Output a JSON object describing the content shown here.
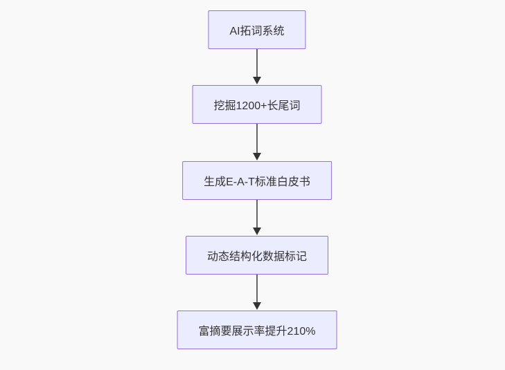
{
  "diagram": {
    "type": "flowchart-top-down",
    "nodes": [
      {
        "id": "A",
        "label": "AI拓词系统"
      },
      {
        "id": "B",
        "label": "挖掘1200+长尾词"
      },
      {
        "id": "C",
        "label": "生成E-A-T标准白皮书"
      },
      {
        "id": "D",
        "label": "动态结构化数据标记"
      },
      {
        "id": "E",
        "label": "富摘要展示率提升210%"
      }
    ],
    "edges": [
      {
        "from": "A",
        "to": "B",
        "style": "arrow"
      },
      {
        "from": "B",
        "to": "C",
        "style": "arrow"
      },
      {
        "from": "C",
        "to": "D",
        "style": "arrow"
      },
      {
        "from": "D",
        "to": "E",
        "style": "arrow"
      }
    ],
    "colors": {
      "background": "#f9f9f9",
      "node_fill": "#ECECFF",
      "node_border": "#9370DB",
      "node_text": "#333333",
      "edge_line": "#666666",
      "arrowhead": "#333333"
    }
  }
}
